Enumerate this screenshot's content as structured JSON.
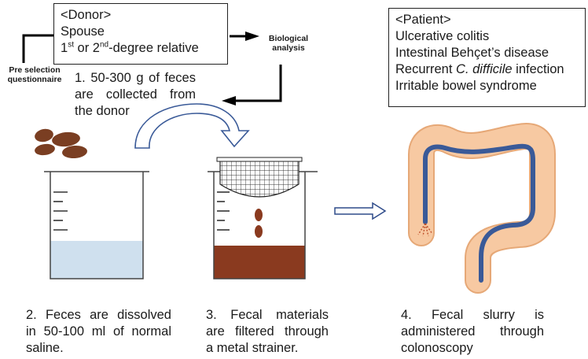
{
  "donor_box": {
    "header": "<Donor>",
    "line1": "Spouse",
    "line2_a": "1",
    "line2_sup_a": "st",
    "line2_b": " or 2",
    "line2_sup_b": "nd",
    "line2_c": "-degree relative"
  },
  "patient_box": {
    "header": "<Patient>",
    "items": [
      "Ulcerative colitis",
      "Intestinal Behçet’s disease"
    ],
    "item3_a": "Recurrent ",
    "item3_italic": "C. difficile",
    "item3_b": " infection",
    "item4": "Irritable bowel syndrome"
  },
  "labels": {
    "pre_selection_line1": "Pre selection",
    "pre_selection_line2": "questionnaire",
    "biological_line1": "Biological",
    "biological_line2": "analysis"
  },
  "steps": {
    "step1": {
      "row1": [
        "1.",
        "50-300",
        "g",
        "of",
        "feces"
      ],
      "row2": [
        "are",
        "collected",
        "from"
      ],
      "last": "the donor"
    },
    "step2": {
      "row1": [
        "2.",
        "Feces",
        "are",
        "dissolved"
      ],
      "row2": [
        "in",
        "50-100",
        "ml",
        "of",
        "normal"
      ],
      "last": "saline."
    },
    "step3": {
      "row1": [
        "3.",
        "Fecal",
        "materials"
      ],
      "row2": [
        "are",
        "filtered",
        "through"
      ],
      "last": "a metal strainer."
    },
    "step4": {
      "row1": [
        "4.",
        "Fecal",
        "slurry",
        "is"
      ],
      "row2": [
        "administered",
        "through"
      ],
      "last": "colonoscopy"
    }
  },
  "colors": {
    "saline": "#cfe0ee",
    "slurry": "#8a3a1f",
    "feces": "#7a3e22",
    "curved_arrow": "#3a5a98",
    "colon_fill": "#f7c9a2",
    "colon_outline": "#e6a877",
    "colonoscope": "#3a5a98",
    "flow_arrow": "#2e4b8a"
  }
}
